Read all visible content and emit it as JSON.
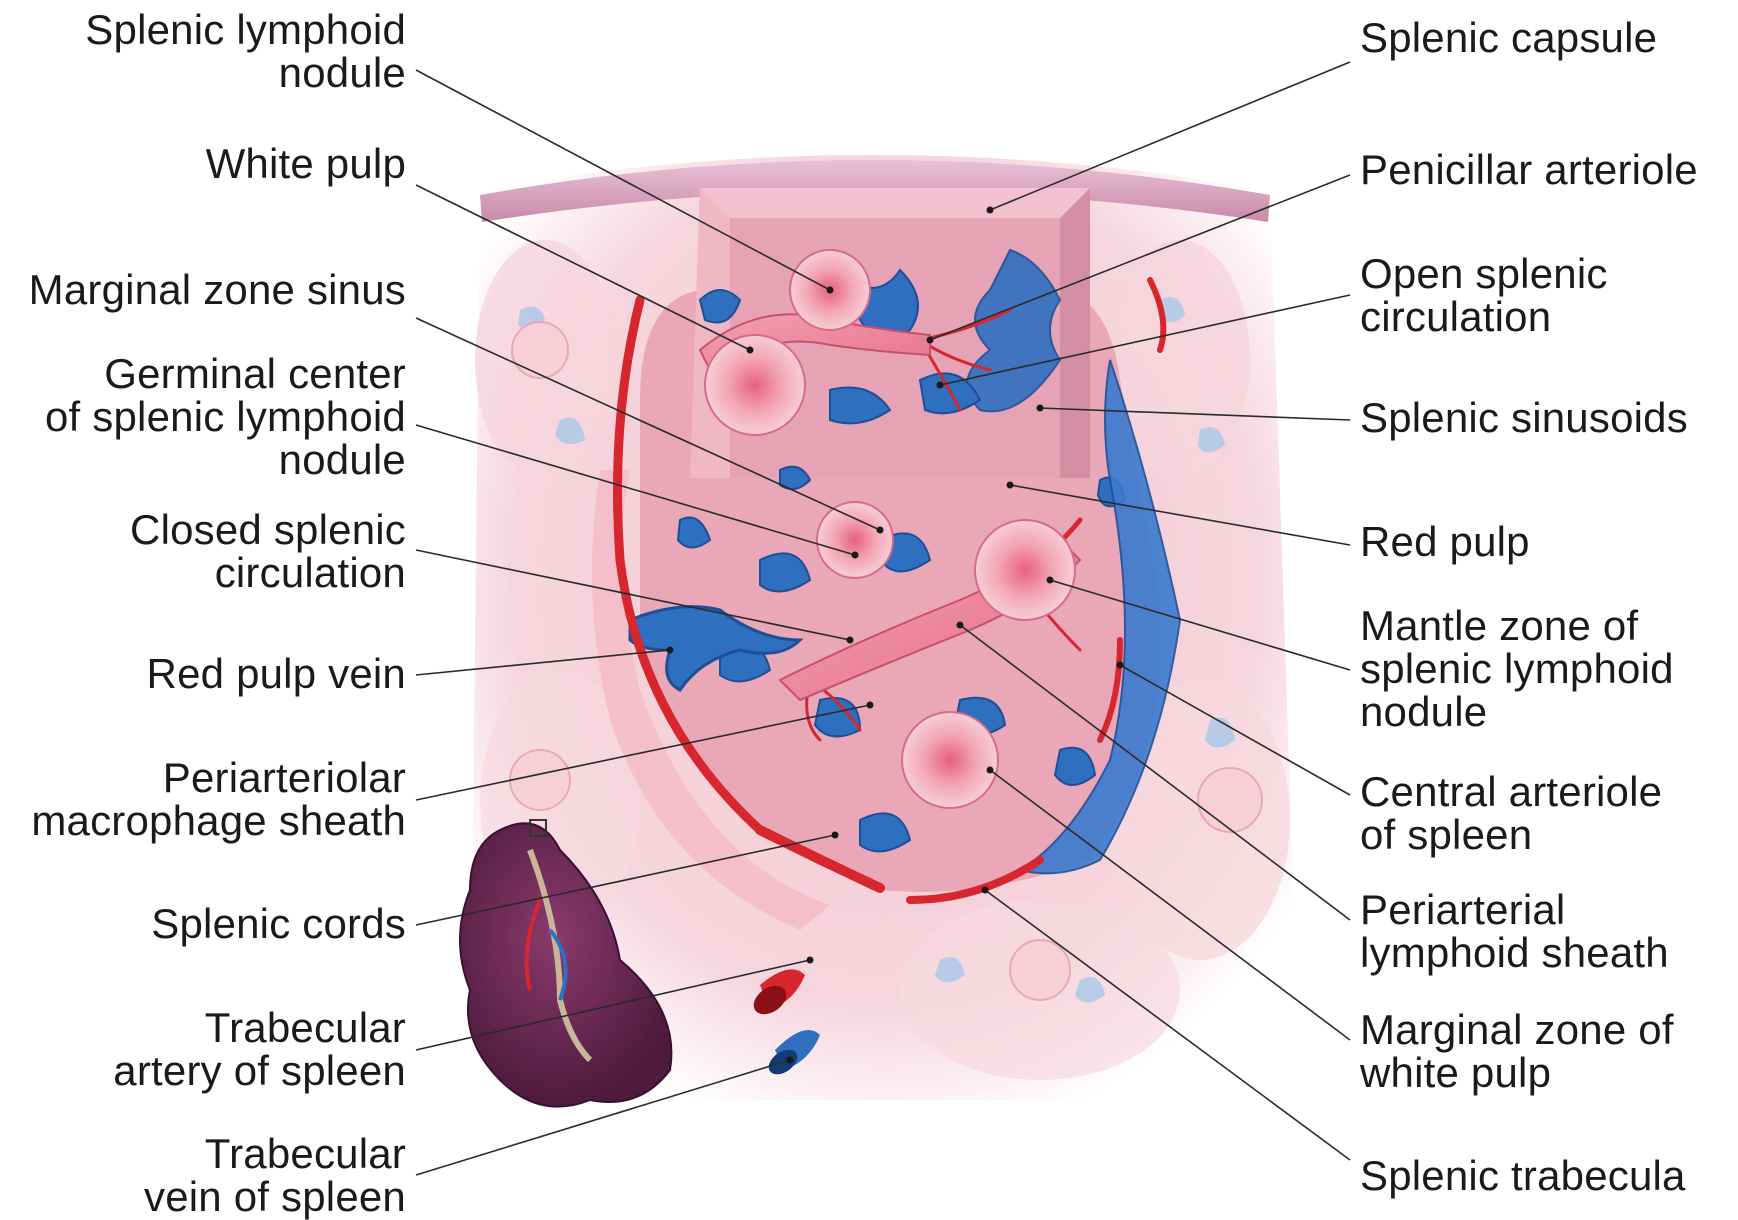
{
  "labels": {
    "splenic_lymphoid_nodule": "Splenic lymphoid\nnodule",
    "white_pulp": "White pulp",
    "marginal_zone_sinus": "Marginal zone sinus",
    "germinal_center": "Germinal center\nof splenic lymphoid\nnodule",
    "closed_splenic_circulation": "Closed splenic\ncirculation",
    "red_pulp_vein": "Red pulp vein",
    "periarteriolar_macrophage_sheath": "Periarteriolar\nmacrophage sheath",
    "splenic_cords": "Splenic cords",
    "trabecular_artery": "Trabecular\nartery of spleen",
    "trabecular_vein": "Trabecular\nvein of spleen",
    "splenic_capsule": "Splenic capsule",
    "penicillar_arteriole": "Penicillar arteriole",
    "open_splenic_circulation": "Open splenic\ncirculation",
    "splenic_sinusoids": "Splenic sinusoids",
    "red_pulp": "Red pulp",
    "mantle_zone": "Mantle zone of\nsplenic lymphoid\nnodule",
    "central_arteriole": "Central arteriole\nof spleen",
    "periarterial_lymphoid_sheath": "Periarterial\nlymphoid sheath",
    "marginal_zone_white_pulp": "Marginal zone of\nwhite pulp",
    "splenic_trabecula": "Splenic trabecula"
  },
  "colors": {
    "capsule": "#d8a7bf",
    "tissue": "#f2c3cf",
    "red_pulp": "#e9a9b8",
    "sinus_blue": "#2f6fc0",
    "artery_red": "#d8262f",
    "nodule": "#e98c9e",
    "spleen_organ": "#6a2452",
    "leader_line": "#2a2a2a"
  }
}
